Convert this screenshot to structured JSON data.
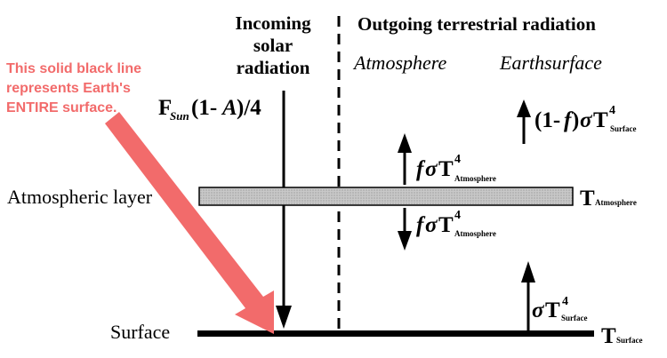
{
  "headings": {
    "incoming": [
      "Incoming",
      "solar",
      "radiation"
    ],
    "outgoing": "Outgoing terrestrial radiation",
    "atmosphere": "Atmosphere",
    "earth_surface": "Earthsurface"
  },
  "note": {
    "lines": [
      "This solid black line",
      "represents Earth's",
      "ENTIRE surface."
    ]
  },
  "labels": {
    "atmospheric_layer": "Atmospheric layer",
    "surface": "Surface"
  },
  "formulas": {
    "incoming_flux": {
      "F": "F",
      "sub": "Sun",
      "rest": "(1-",
      "A": "A",
      "end": ")/4"
    },
    "escape": {
      "prefix": "(1-",
      "f": "f",
      "mid": ")",
      "sigma": "σ",
      "T": "T",
      "sup": "4",
      "sub": "Surface"
    },
    "atm_up": {
      "f": "f",
      "sigma": "σ",
      "T": "T",
      "sup": "4",
      "sub": "Atmosphere"
    },
    "atm_down": {
      "f": "f",
      "sigma": "σ",
      "T": "T",
      "sup": "4",
      "sub": "Atmosphere"
    },
    "surface_emit": {
      "sigma": "σ",
      "T": "T",
      "sup": "4",
      "sub": "Surface"
    },
    "t_atmosphere": {
      "T": "T",
      "sub": "Atmosphere"
    },
    "t_surface": {
      "T": "T",
      "sub": "Surface"
    }
  },
  "colors": {
    "note": "#f26b6b",
    "layer_fill": "#c8c8c8",
    "ink": "#000000"
  }
}
